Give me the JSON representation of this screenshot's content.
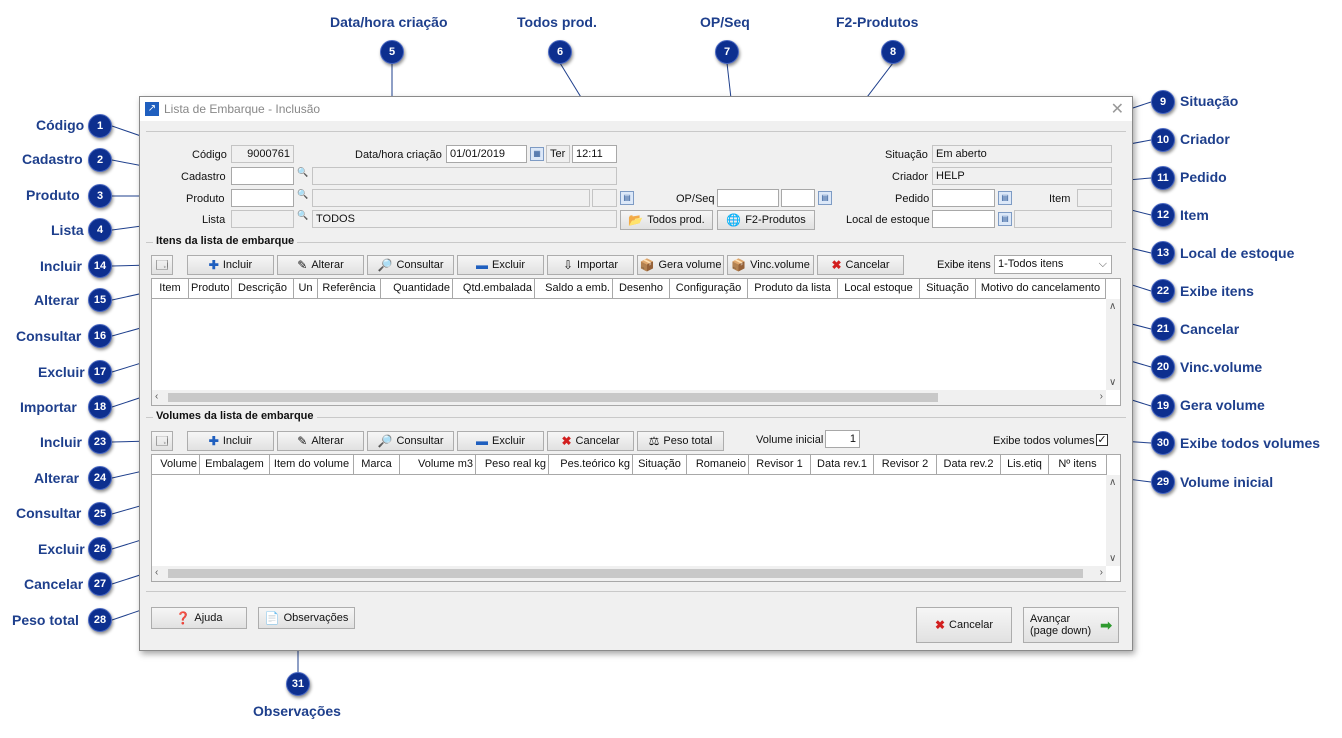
{
  "window": {
    "title": "Lista de Embarque - Inclusão",
    "codigo_label": "Código",
    "codigo_value": "9000761",
    "cadastro_label": "Cadastro",
    "produto_label": "Produto",
    "lista_label": "Lista",
    "lista_value": "TODOS",
    "data_label": "Data/hora criação",
    "data_value": "01/01/2019",
    "dia_value": "Ter",
    "hora_value": "12:11",
    "opseq_label": "OP/Seq",
    "todos_prod_label": "Todos prod.",
    "f2_produtos_label": "F2-Produtos",
    "situacao_label": "Situação",
    "situacao_value": "Em aberto",
    "criador_label": "Criador",
    "criador_value": "HELP",
    "pedido_label": "Pedido",
    "item_label": "Item",
    "local_estoque_label": "Local de estoque",
    "itens": {
      "group_title": "Itens da lista de embarque",
      "toolbar": {
        "incluir": "Incluir",
        "alterar": "Alterar",
        "consultar": "Consultar",
        "excluir": "Excluir",
        "importar": "Importar",
        "gera_volume": "Gera volume",
        "vinc_volume": "Vinc.volume",
        "cancelar": "Cancelar"
      },
      "exibe_label": "Exibe itens",
      "exibe_value": "1-Todos itens",
      "columns": [
        "Item",
        "Produto",
        "Descrição",
        "Un",
        "Referência",
        "Quantidade",
        "Qtd.embalada",
        "Saldo a emb.",
        "Desenho",
        "Configuração",
        "Produto da lista",
        "Local estoque",
        "Situação",
        "Motivo do cancelamento"
      ]
    },
    "volumes": {
      "group_title": "Volumes da lista de embarque",
      "toolbar": {
        "incluir": "Incluir",
        "alterar": "Alterar",
        "consultar": "Consultar",
        "excluir": "Excluir",
        "cancelar": "Cancelar",
        "peso_total": "Peso total"
      },
      "volume_inicial_label": "Volume inicial",
      "volume_inicial_value": "1",
      "exibe_todos_label": "Exibe todos volumes",
      "exibe_todos_checked": "✓",
      "columns": [
        "Volume",
        "Embalagem",
        "Item do volume",
        "Marca",
        "Volume m3",
        "Peso real kg",
        "Pes.teórico kg",
        "Situação",
        "Romaneio",
        "Revisor 1",
        "Data rev.1",
        "Revisor 2",
        "Data rev.2",
        "Lis.etiq",
        "Nº itens"
      ]
    },
    "footer": {
      "ajuda": "Ajuda",
      "observacoes": "Observações",
      "cancelar": "Cancelar",
      "avancar": "Avançar",
      "avancar_sub": "(page down)"
    }
  },
  "callouts": [
    {
      "n": "1",
      "label": "Código"
    },
    {
      "n": "2",
      "label": "Cadastro"
    },
    {
      "n": "3",
      "label": "Produto"
    },
    {
      "n": "4",
      "label": "Lista"
    },
    {
      "n": "5",
      "label": "Data/hora criação"
    },
    {
      "n": "6",
      "label": "Todos prod."
    },
    {
      "n": "7",
      "label": "OP/Seq"
    },
    {
      "n": "8",
      "label": "F2-Produtos"
    },
    {
      "n": "9",
      "label": "Situação"
    },
    {
      "n": "10",
      "label": "Criador"
    },
    {
      "n": "11",
      "label": "Pedido"
    },
    {
      "n": "12",
      "label": "Item"
    },
    {
      "n": "13",
      "label": "Local de estoque"
    },
    {
      "n": "14",
      "label": "Incluir"
    },
    {
      "n": "15",
      "label": "Alterar"
    },
    {
      "n": "16",
      "label": "Consultar"
    },
    {
      "n": "17",
      "label": "Excluir"
    },
    {
      "n": "18",
      "label": "Importar"
    },
    {
      "n": "19",
      "label": "Gera volume"
    },
    {
      "n": "20",
      "label": "Vinc.volume"
    },
    {
      "n": "21",
      "label": "Cancelar"
    },
    {
      "n": "22",
      "label": "Exibe itens"
    },
    {
      "n": "23",
      "label": "Incluir"
    },
    {
      "n": "24",
      "label": "Alterar"
    },
    {
      "n": "25",
      "label": "Consultar"
    },
    {
      "n": "26",
      "label": "Excluir"
    },
    {
      "n": "27",
      "label": "Cancelar"
    },
    {
      "n": "28",
      "label": "Peso total"
    },
    {
      "n": "29",
      "label": "Volume inicial"
    },
    {
      "n": "30",
      "label": "Exibe todos volumes"
    },
    {
      "n": "31",
      "label": "Observações"
    }
  ]
}
